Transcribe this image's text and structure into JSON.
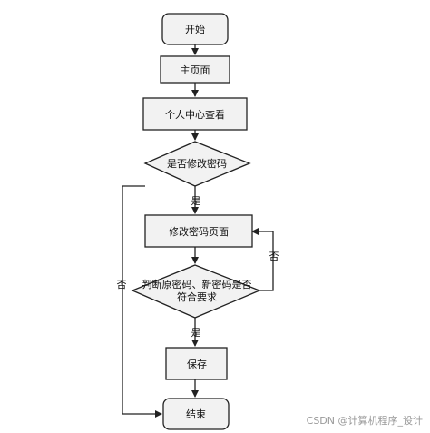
{
  "diagram": {
    "nodes": {
      "start": "开始",
      "main_page": "主页面",
      "personal_center": "个人中心查看",
      "decision_change_pwd": "是否修改密码",
      "change_pwd_page": "修改密码页面",
      "decision_check_line1": "判断原密码、新密码是否",
      "decision_check_line2": "符合要求",
      "save": "保存",
      "end": "结束"
    },
    "edge_labels": {
      "yes_1": "是",
      "no_1": "否",
      "no_2": "否",
      "yes_2": "是"
    }
  },
  "watermark": "CSDN @计算机程序_设计",
  "colors": {
    "fill": "#f2f2f2",
    "stroke": "#222222",
    "watermark": "#9a9a9a"
  }
}
